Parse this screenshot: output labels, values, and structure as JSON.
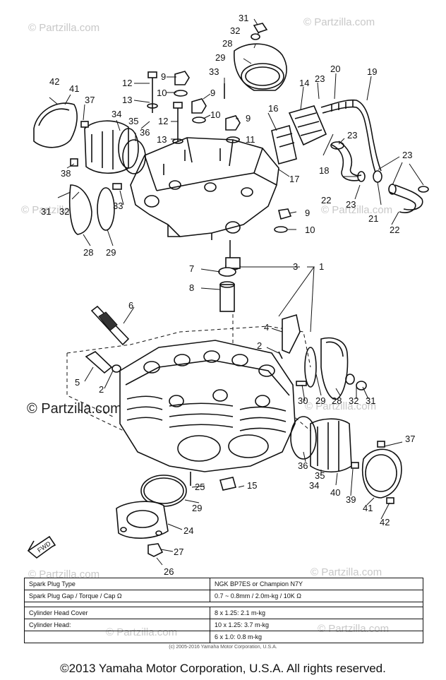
{
  "watermark": {
    "text": "© Partzilla.com",
    "icon": "copyright-symbol"
  },
  "callouts": [
    "1",
    "2",
    "3",
    "4",
    "5",
    "6",
    "7",
    "8",
    "9",
    "10",
    "11",
    "12",
    "13",
    "14",
    "15",
    "16",
    "17",
    "18",
    "19",
    "20",
    "21",
    "22",
    "23",
    "24",
    "25",
    "26",
    "27",
    "28",
    "29",
    "30",
    "31",
    "32",
    "33",
    "34",
    "35",
    "36",
    "37",
    "38",
    "39",
    "40",
    "41",
    "42"
  ],
  "fwd_label": "FWD",
  "spec_table": {
    "rows": [
      {
        "label": "Spark Plug Type",
        "value": "NGK BP7ES or Champion N7Y"
      },
      {
        "label": "Spark Plug Gap / Torque / Cap Ω",
        "value": "0.7 ~ 0.8mm / 2.0m-kg / 10K Ω"
      },
      {
        "label": "Cylinder Head Cover",
        "value": "8 x 1.25: 2.1 m-kg"
      },
      {
        "label": "Cylinder Head:",
        "value": "10 x 1.25: 3.7 m-kg"
      },
      {
        "label": "",
        "value": "6 x 1.0: 0.8 m-kg"
      }
    ]
  },
  "small_copyright": "(c) 2005-2016 Yamaha Motor Corporation, U.S.A.",
  "copyright": "©2013 Yamaha Motor Corporation, U.S.A. All rights reserved."
}
